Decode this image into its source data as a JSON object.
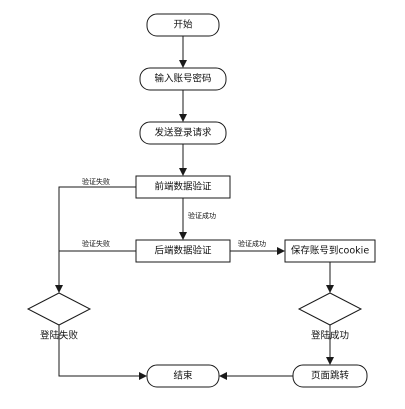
{
  "nodes": {
    "start": "开始",
    "input_credentials": "输入账号密码",
    "send_login_request": "发送登录请求",
    "frontend_validate": "前端数据验证",
    "backend_validate": "后端数据验证",
    "save_to_cookie": "保存账号到cookie",
    "login_failed": "登陆失败",
    "login_success": "登陆成功",
    "page_redirect": "页面跳转",
    "end": "结束"
  },
  "edges": {
    "frontend_fail": "验证失败",
    "frontend_success": "验证成功",
    "backend_fail": "验证失败",
    "backend_success": "验证成功"
  },
  "colors": {
    "stroke": "#1a1a1a",
    "fill": "#ffffff",
    "text": "#111111"
  }
}
